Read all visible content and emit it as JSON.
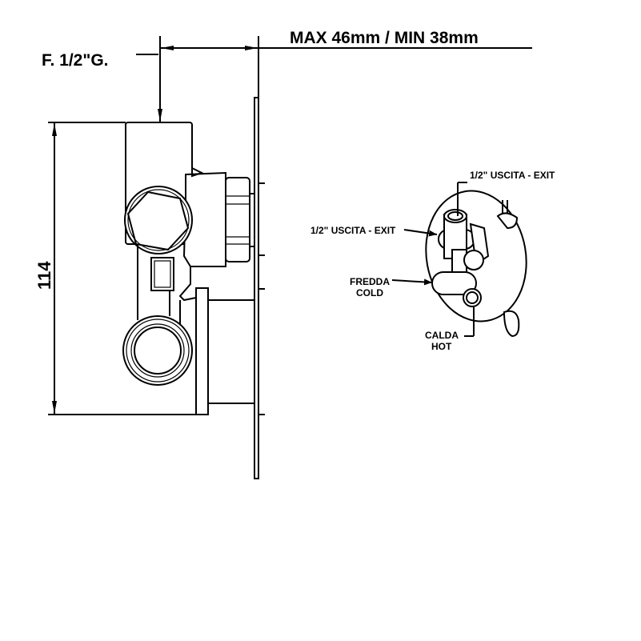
{
  "dimensions": {
    "thread_label": "F. 1/2\"G.",
    "depth_label": "MAX 46mm / MIN 38mm",
    "height_label": "114"
  },
  "callouts": {
    "top_exit": "1/2\" USCITA - EXIT",
    "side_exit": "1/2\" USCITA - EXIT",
    "cold_line1": "FREDDA",
    "cold_line2": "COLD",
    "hot_line1": "CALDA",
    "hot_line2": "HOT"
  }
}
